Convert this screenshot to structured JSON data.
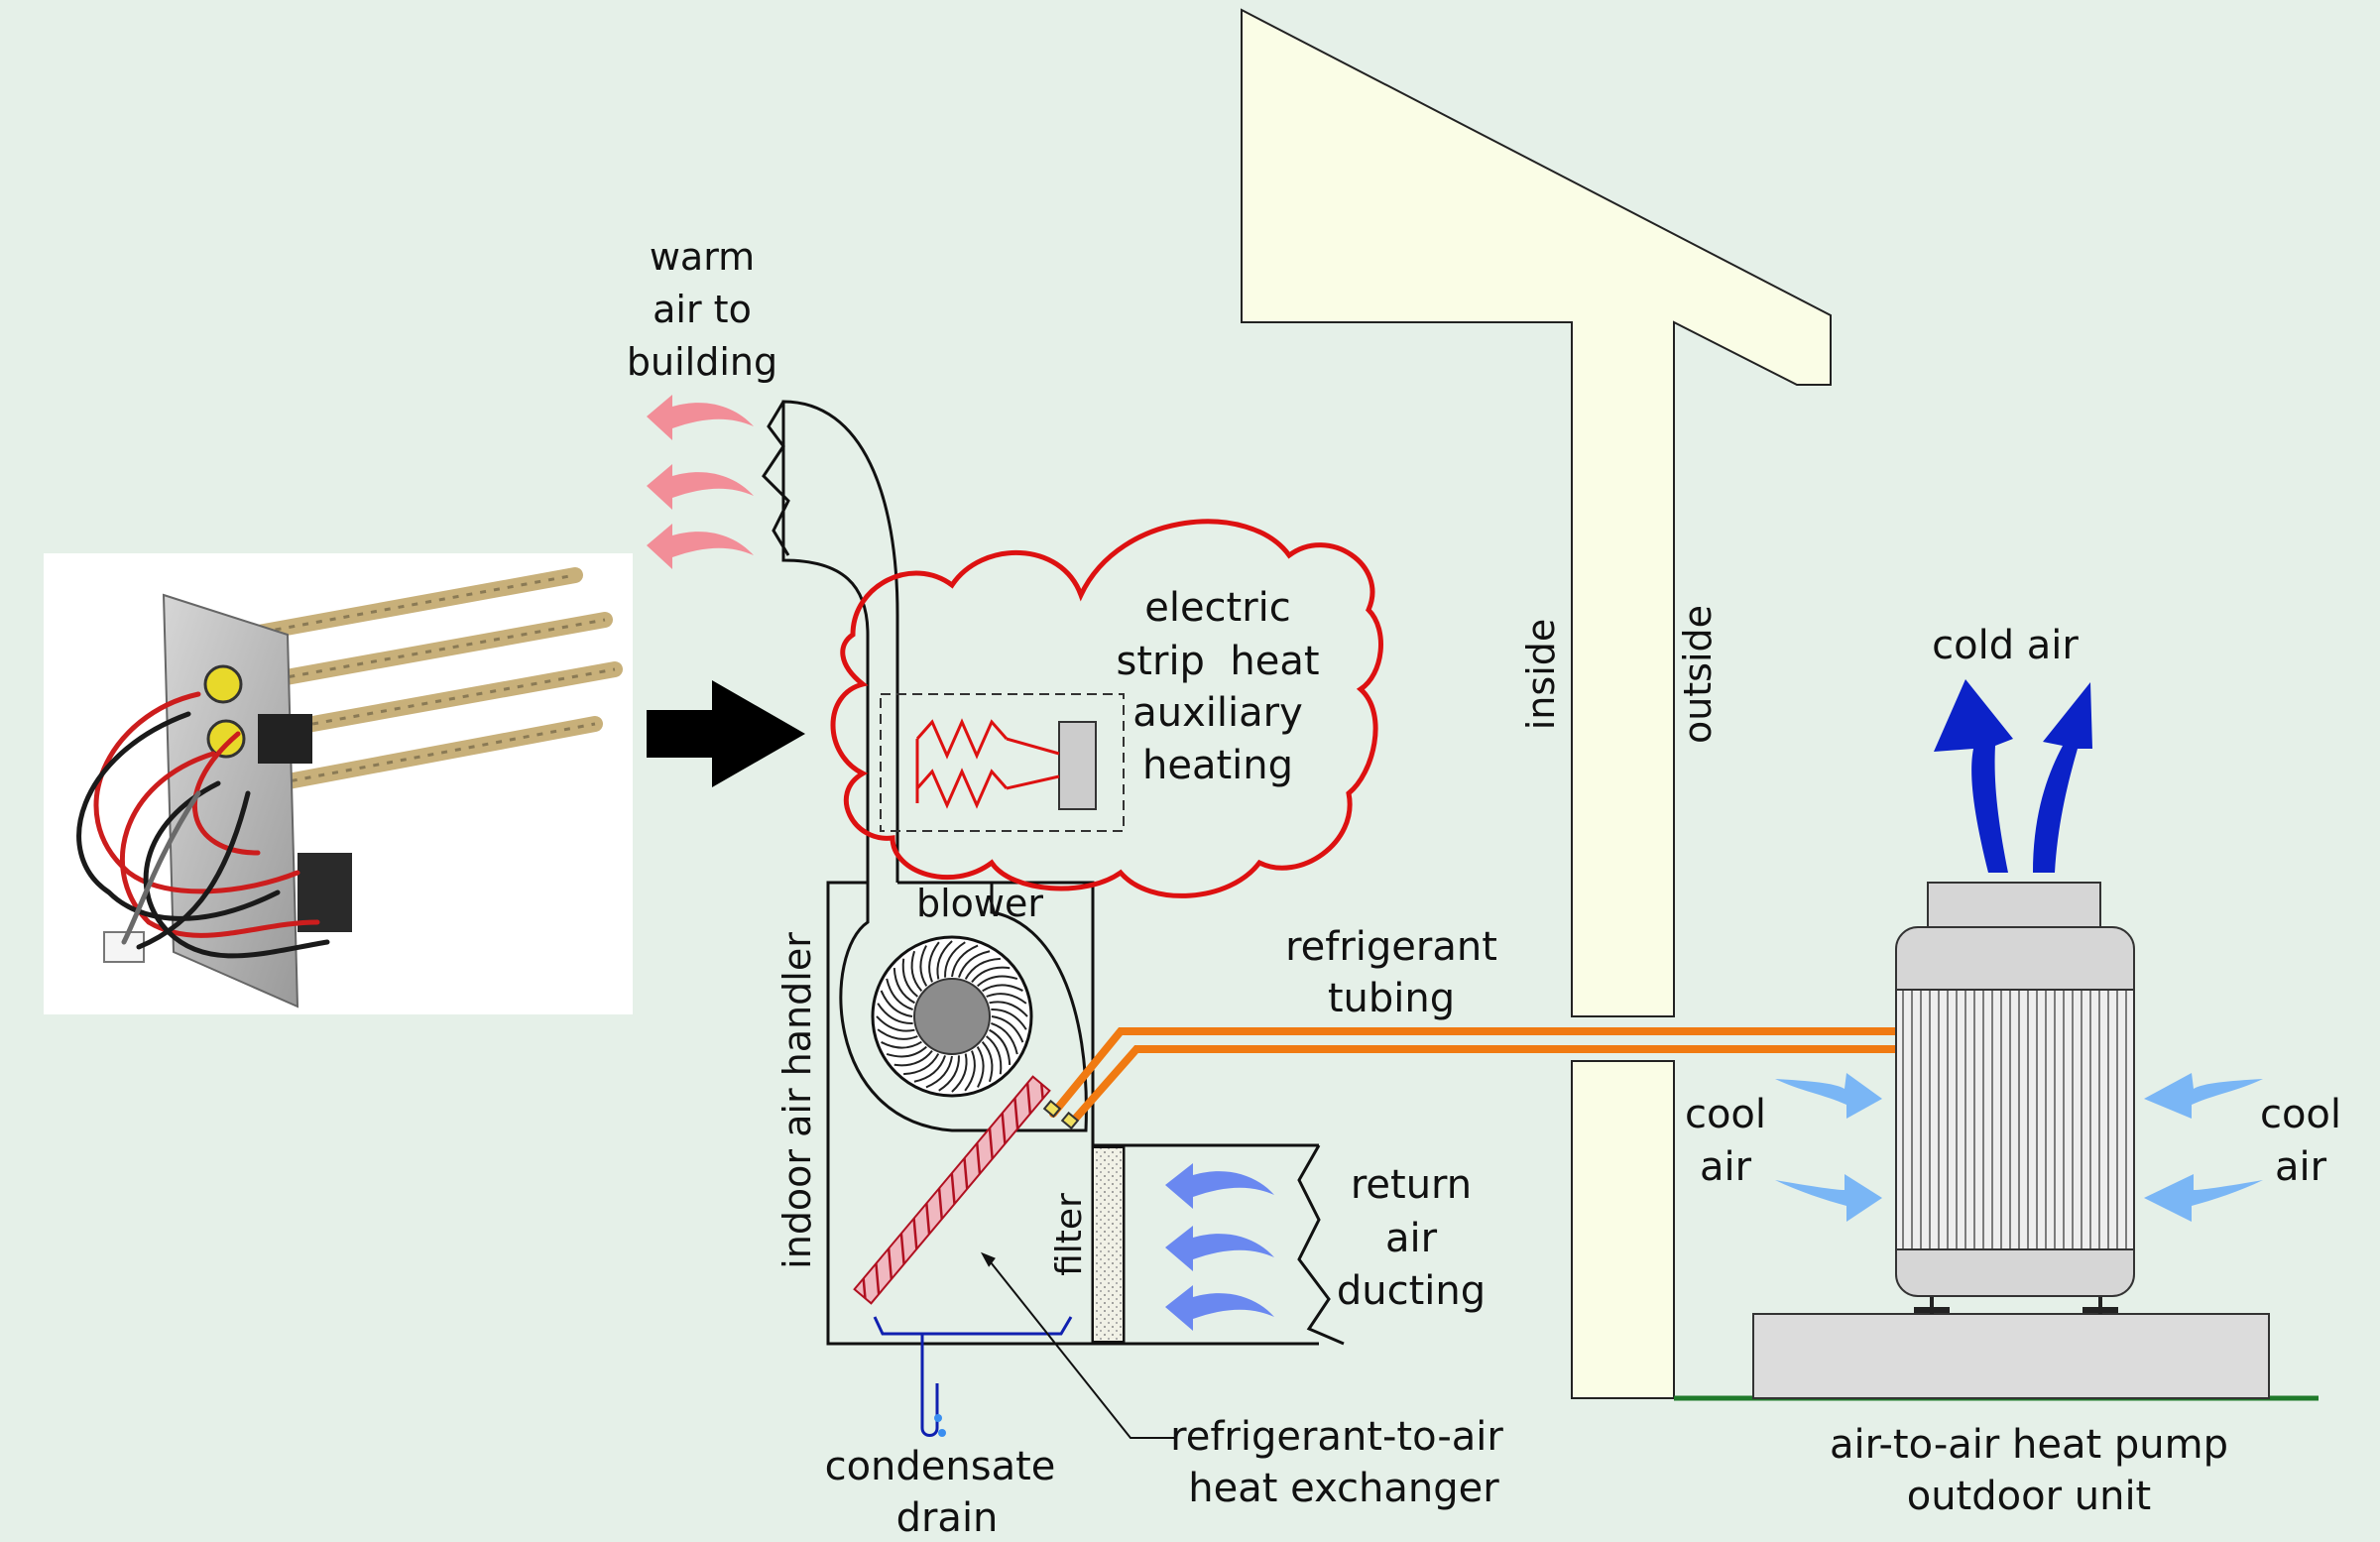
{
  "labels": {
    "warm_air": [
      "warm",
      "air to",
      "building"
    ],
    "electric_strip": [
      "electric",
      "strip  heat",
      "auxiliary",
      "heating"
    ],
    "blower": "blower",
    "indoor_air_handler": "indoor air handler",
    "filter": "filter",
    "return_air": [
      "return",
      "air",
      "ducting"
    ],
    "refrigerant_tubing": [
      "refrigerant",
      "tubing"
    ],
    "inside": "inside",
    "outside": "outside",
    "cold_air": "cold air",
    "cool_air_left": [
      "cool",
      "air"
    ],
    "cool_air_right": [
      "cool",
      "air"
    ],
    "heat_exchanger": [
      "refrigerant-to-air",
      "heat exchanger"
    ],
    "condensate": [
      "condensate",
      "drain"
    ],
    "outdoor_unit": [
      "air-to-air heat pump",
      "outdoor unit"
    ]
  },
  "colors": {
    "background": "#e5f0e8",
    "wall": "#fafde6",
    "cloud_outline": "#dd1111",
    "warm_arrows": "#f28e98",
    "cool_arrows": "#7ab6f5",
    "return_arrows": "#6a88f0",
    "cold_arrows": "#0b22c8",
    "tubing": "#f07a12",
    "ground": "#1f7a2a"
  }
}
